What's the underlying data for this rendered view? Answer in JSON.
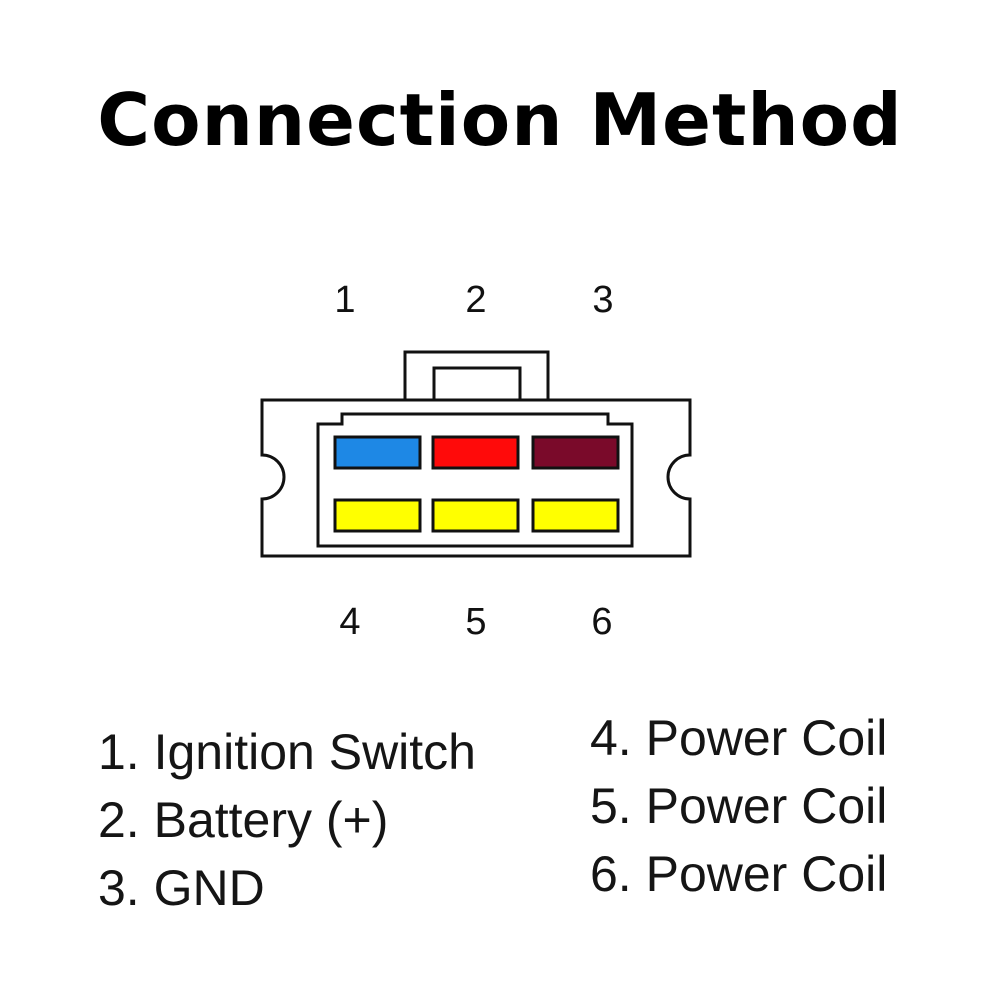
{
  "title": "Connection Method",
  "pins": [
    {
      "number": "1",
      "color": "#1e88e5",
      "function": "1. Ignition Switch"
    },
    {
      "number": "2",
      "color": "#ff0a0a",
      "function": "2. Battery (+)"
    },
    {
      "number": "3",
      "color": "#7a0a2a",
      "function": "3. GND"
    },
    {
      "number": "4",
      "color": "#ffff00",
      "function": "4. Power Coil"
    },
    {
      "number": "5",
      "color": "#ffff00",
      "function": "5. Power Coil"
    },
    {
      "number": "6",
      "color": "#ffff00",
      "function": "6. Power Coil"
    }
  ],
  "colors": {
    "outline": "#111111",
    "background": "#ffffff"
  }
}
